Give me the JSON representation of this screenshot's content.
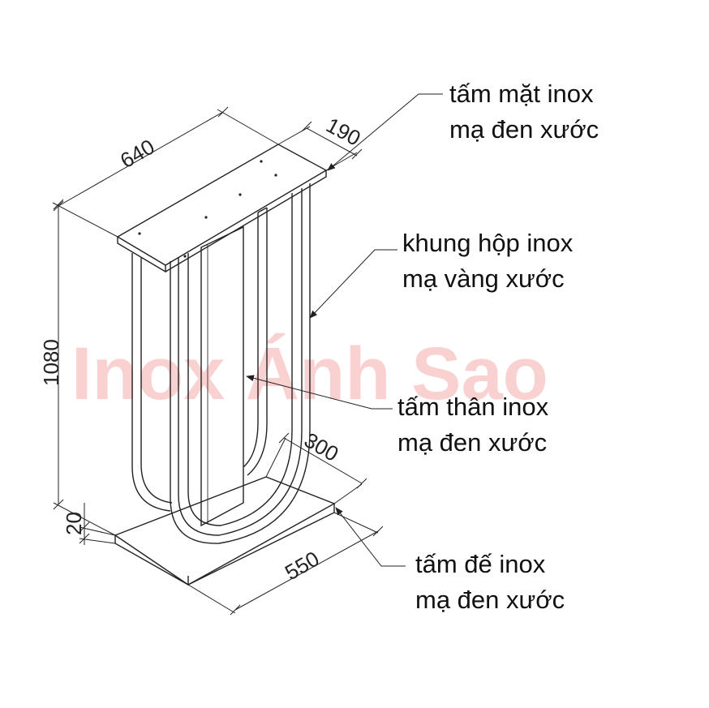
{
  "watermark": "Inox Ánh Sao",
  "dimensions": {
    "top_length": "640",
    "top_depth": "190",
    "height": "1080",
    "base_thickness": "20",
    "base_depth": "300",
    "base_length": "550"
  },
  "callouts": {
    "top_plate": {
      "line1": "tấm mặt inox",
      "line2": "mạ đen xước"
    },
    "box_frame": {
      "line1": "khung hộp inox",
      "line2": "mạ vàng xước"
    },
    "body_plate": {
      "line1": "tấm thân inox",
      "line2": "mạ đen xước"
    },
    "base_plate": {
      "line1": "tấm đế inox",
      "line2": "mạ đen xước"
    }
  }
}
